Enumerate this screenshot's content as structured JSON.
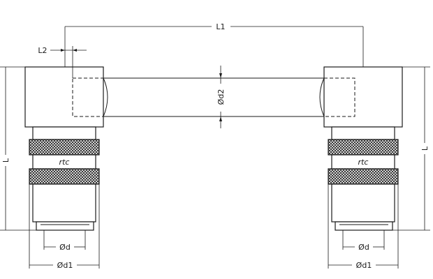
{
  "diagram": {
    "labels": {
      "l1": "L1",
      "l2": "L2",
      "d2": "Ød2",
      "l_left": "L",
      "l_right": "L",
      "d_left": "Ød",
      "d_right": "Ød",
      "d1_left": "Ød1",
      "d1_right": "Ød1"
    },
    "brand_left": "rtc",
    "brand_right": "rtc"
  }
}
